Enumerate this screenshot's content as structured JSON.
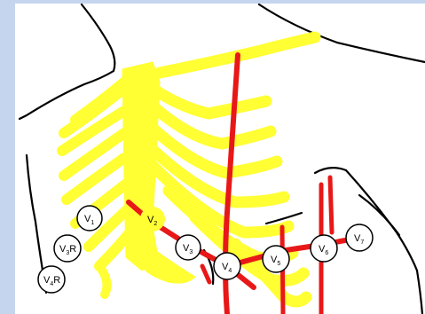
{
  "colors": {
    "frame": "#c5d5ee",
    "background": "#ffffff",
    "bone": "#ffff33",
    "outline": "#000000",
    "line": "#ff1a1a"
  },
  "leads": [
    {
      "id": "v1",
      "base": "V",
      "sub": "1",
      "suffix": ""
    },
    {
      "id": "v2",
      "base": "V",
      "sub": "2",
      "suffix": ""
    },
    {
      "id": "v3",
      "base": "V",
      "sub": "3",
      "suffix": ""
    },
    {
      "id": "v4",
      "base": "V",
      "sub": "4",
      "suffix": ""
    },
    {
      "id": "v5",
      "base": "V",
      "sub": "5",
      "suffix": ""
    },
    {
      "id": "v6",
      "base": "V",
      "sub": "6",
      "suffix": ""
    },
    {
      "id": "v7",
      "base": "V",
      "sub": "7",
      "suffix": ""
    },
    {
      "id": "v3r",
      "base": "V",
      "sub": "3",
      "suffix": "R"
    },
    {
      "id": "v4r",
      "base": "V",
      "sub": "4",
      "suffix": "R"
    }
  ]
}
